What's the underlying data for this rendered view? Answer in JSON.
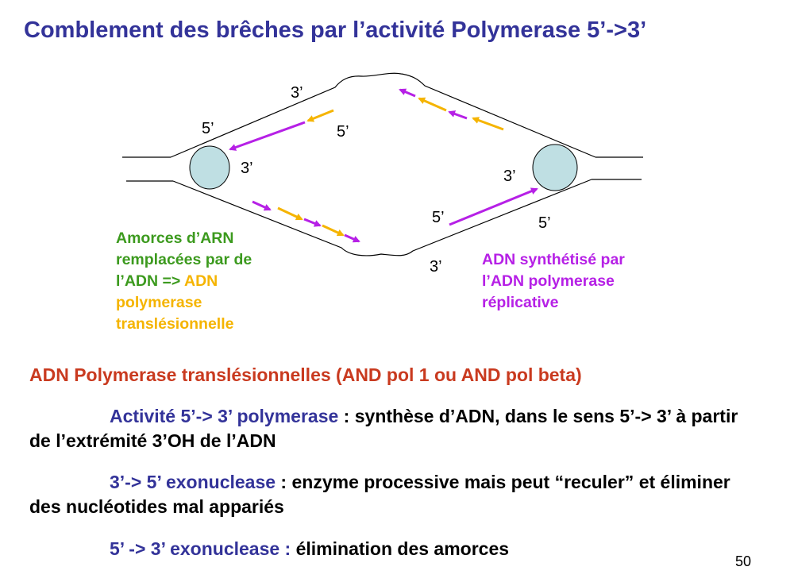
{
  "title": "Comblement des brêches par l’activité Polymerase 5’->3’",
  "diagram": {
    "labels": {
      "top_left_3": "3’",
      "top_left_5": "5’",
      "top_inner_5": "5’",
      "left_bubble_3": "3’",
      "right_bubble_3": "3’",
      "bottom_right_5_inner": "5’",
      "bottom_right_5_outer": "5’",
      "bottom_3": "3’"
    },
    "colors": {
      "purple": "#b620e6",
      "orange": "#f5b400",
      "protein": "#bfdfe3"
    },
    "caption_left": {
      "part1": "Amorces d’ARN remplacées par de l’ADN => ",
      "part2": "ADN polymerase translésionnelle"
    },
    "caption_right": "ADN synthétisé par l’ADN polymerase réplicative"
  },
  "section_heading": "ADN Polymerase translésionnelles (AND pol 1 ou AND pol beta)",
  "paragraphs": {
    "p1_term": "Activité 5’-> 3’ polymerase",
    "p1_text": " : synthèse d’ADN, dans le sens 5’-> 3’ à partir de l’extrémité 3’OH de l’ADN",
    "p2_term": "3’-> 5’ exonuclease",
    "p2_text": " : enzyme processive mais peut “reculer” et éliminer des nucléotides mal appariés",
    "p3_term": "5’ -> 3’ exonuclease :",
    "p3_text": " élimination des amorces"
  },
  "page_number": "50"
}
